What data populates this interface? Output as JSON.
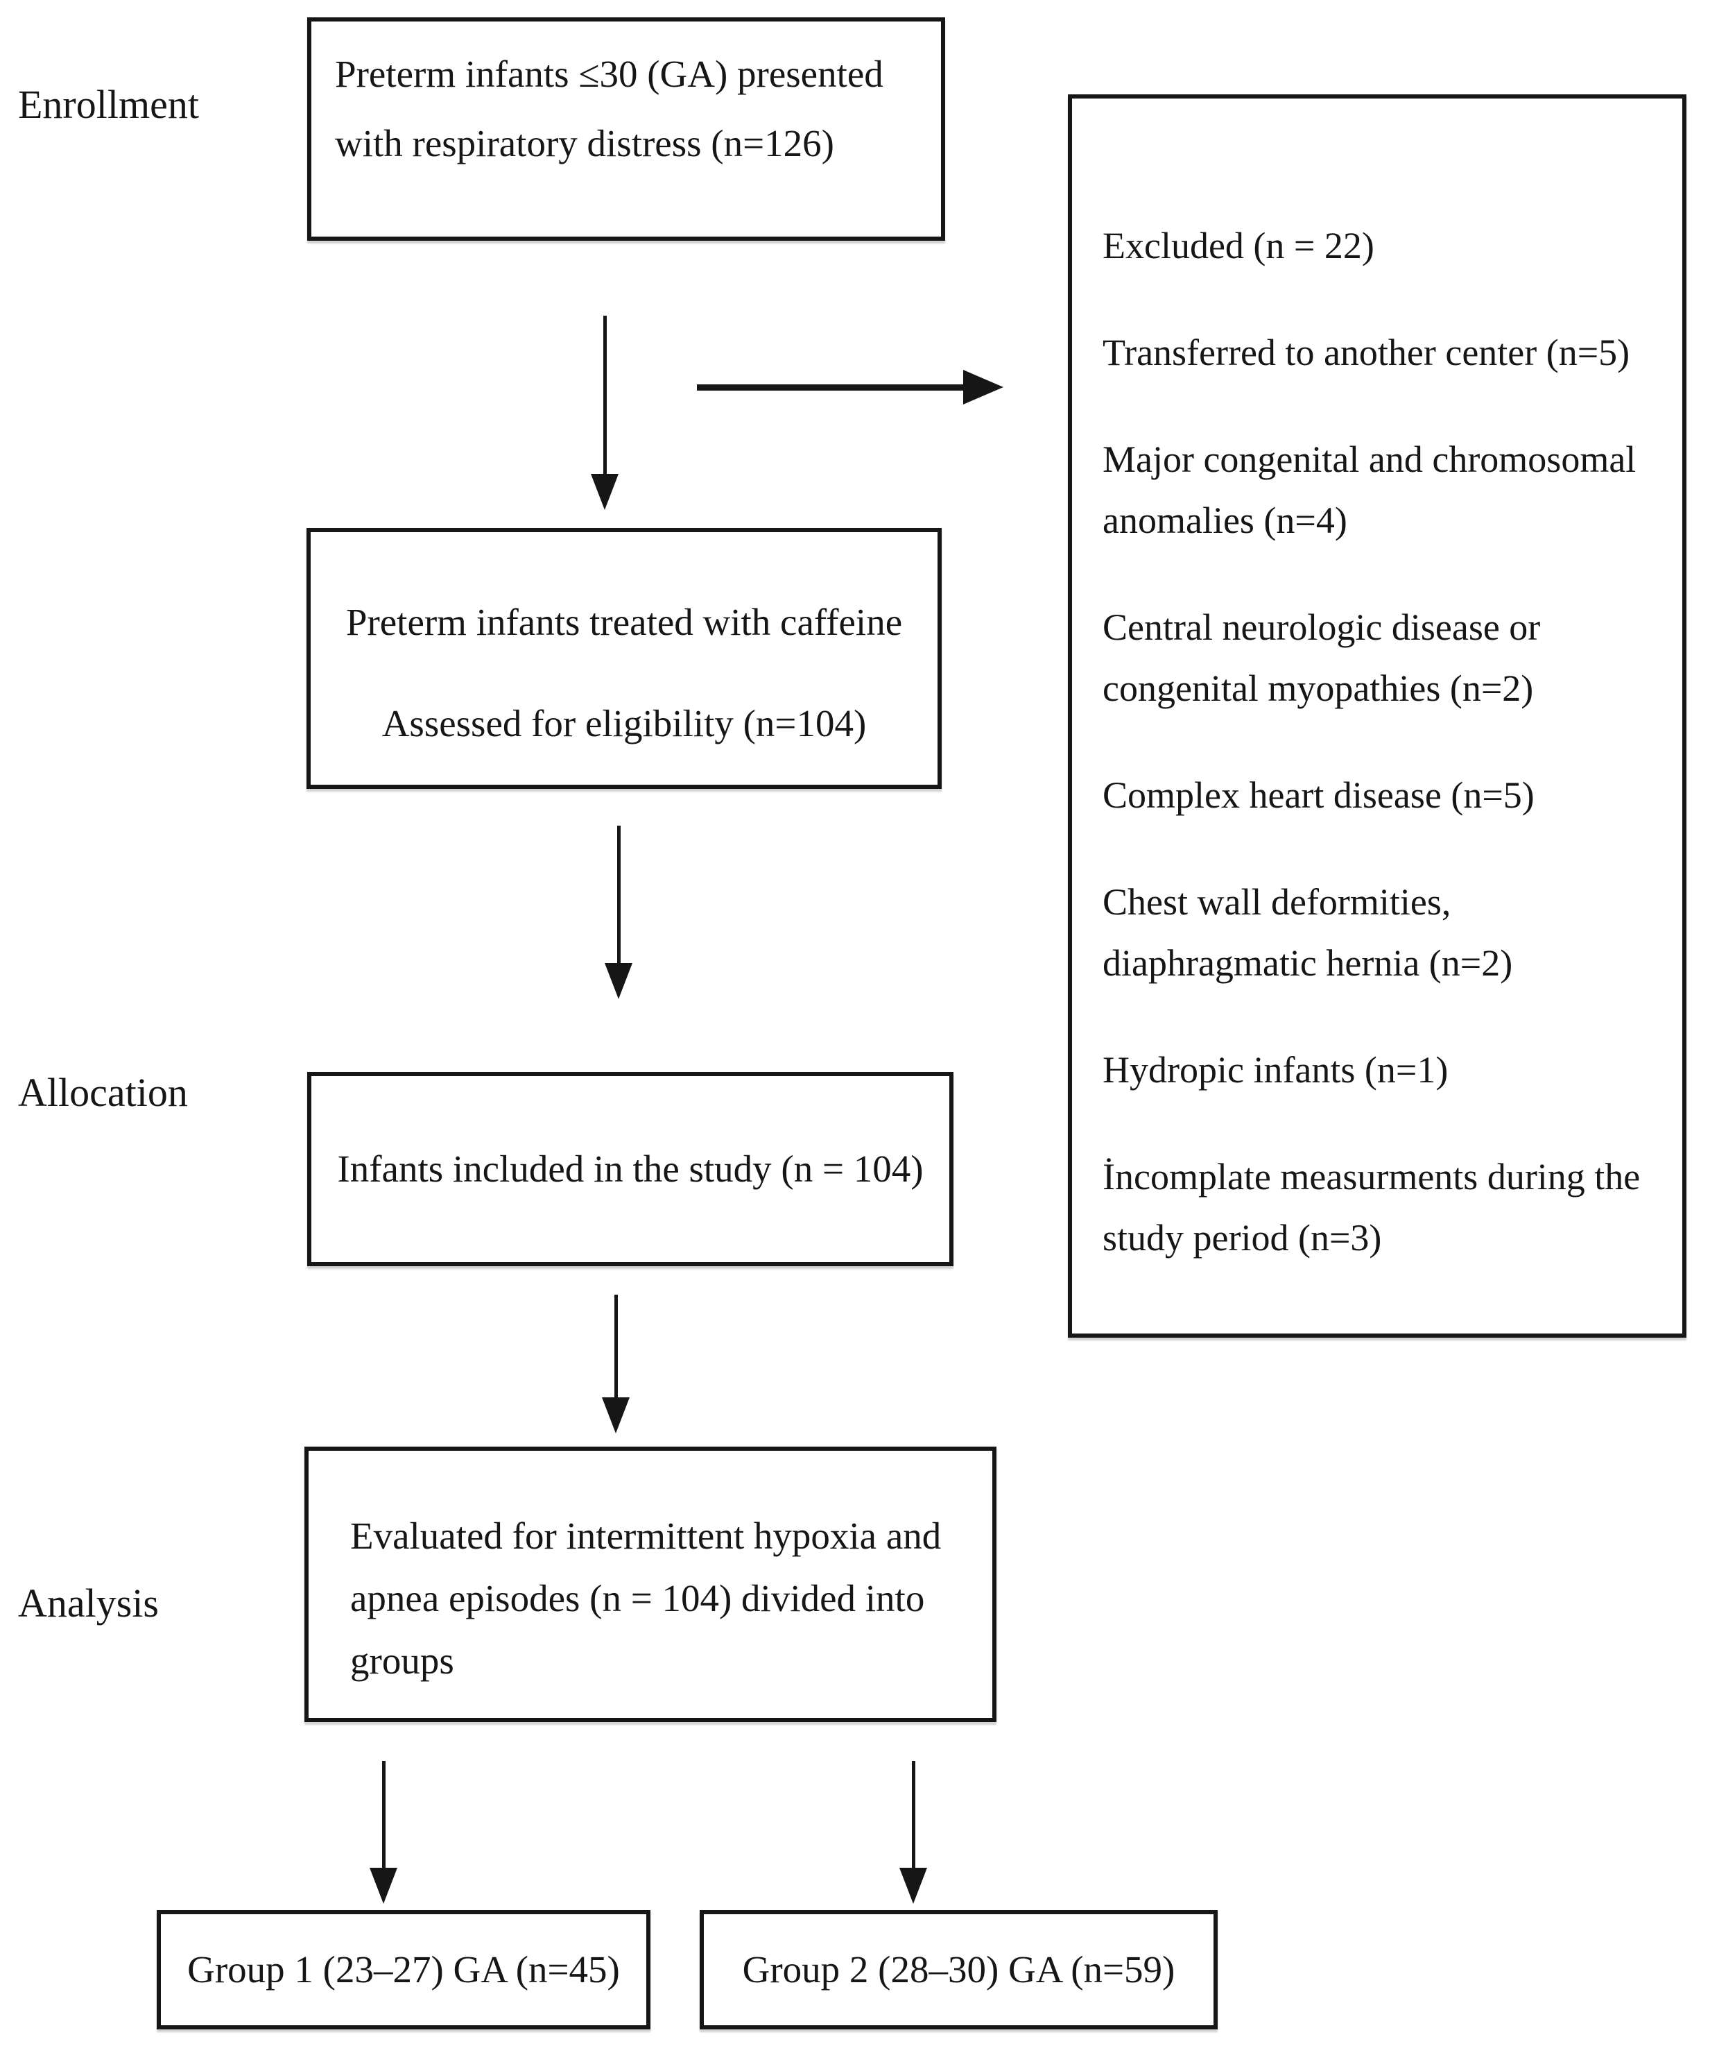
{
  "colors": {
    "ink": "#161616",
    "background": "#ffffff"
  },
  "stages": {
    "enrollment": "Enrollment",
    "allocation": "Allocation",
    "analysis": "Analysis"
  },
  "boxes": {
    "enrollment": {
      "lines": [
        "Preterm infants ≤30 (GA) presented",
        "with respiratory distress (n=126)"
      ]
    },
    "excluded": {
      "items": [
        "Excluded (n = 22)",
        "Transferred to another center (n=5)",
        "Major congenital and chromosomal anomalies (n=4)",
        "Central neurologic disease or congenital myopathies (n=2)",
        "Complex heart disease (n=5)",
        "Chest wall deformities, diaphragmatic hernia (n=2)",
        "Hydropic infants (n=1)",
        "İncomplate measurments during the study period (n=3)"
      ]
    },
    "eligibility": {
      "lines": [
        "Preterm infants treated with caffeine",
        "Assessed for eligibility (n=104)"
      ]
    },
    "allocation": {
      "text": "Infants included in the study (n = 104)"
    },
    "analysis": {
      "lines": [
        "Evaluated for intermittent hypoxia and",
        "apnea episodes (n = 104) divided into",
        "groups"
      ]
    },
    "group1": {
      "text": "Group 1 (23–27) GA (n=45)"
    },
    "group2": {
      "text": "Group 2 (28–30) GA (n=59)"
    }
  }
}
